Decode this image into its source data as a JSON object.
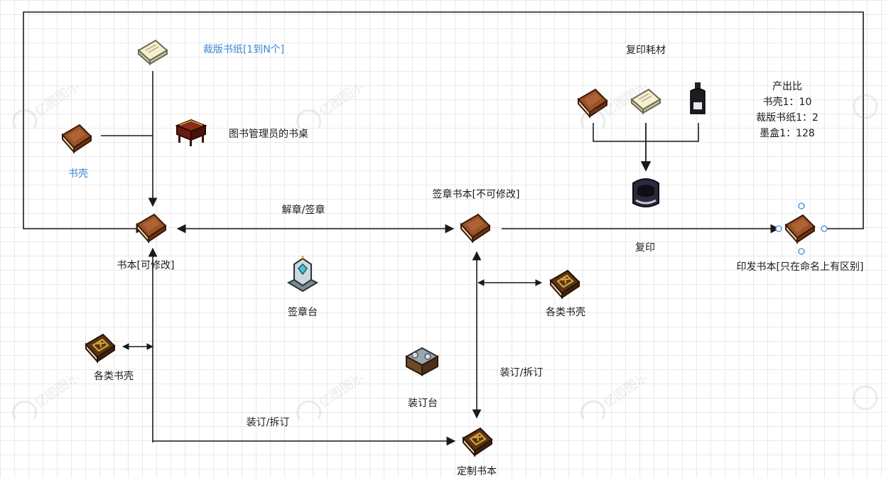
{
  "watermark": {
    "text": "亿图图示"
  },
  "labels": {
    "paper": "裁版书纸[1到N个]",
    "librarian_desk": "图书管理员的书桌",
    "shell": "书壳",
    "editable_book": "书本[可修改]",
    "unseal_seal": "解章/签章",
    "sealed_book": "签章书本[不可修改]",
    "copy_materials": "复印耗材",
    "copy": "复印",
    "published_book": "印发书本[只在命名上有区别]",
    "seal_table": "签章台",
    "shells_right": "各类书壳",
    "shells_left": "各类书壳",
    "bind_unbind_right": "装订/拆订",
    "binding_table": "装订台",
    "bind_unbind_bottom": "装订/拆订",
    "custom_book": "定制书本"
  },
  "ratio": {
    "title": "产出比",
    "lines": [
      "书壳1：10",
      "裁版书纸1：2",
      "墨盒1：128"
    ]
  },
  "colors": {
    "link_blue": "#3f86d8",
    "line": "#1a1a1a",
    "book_brown": "#7a3b18",
    "selection_blue": "#3d8be0"
  }
}
